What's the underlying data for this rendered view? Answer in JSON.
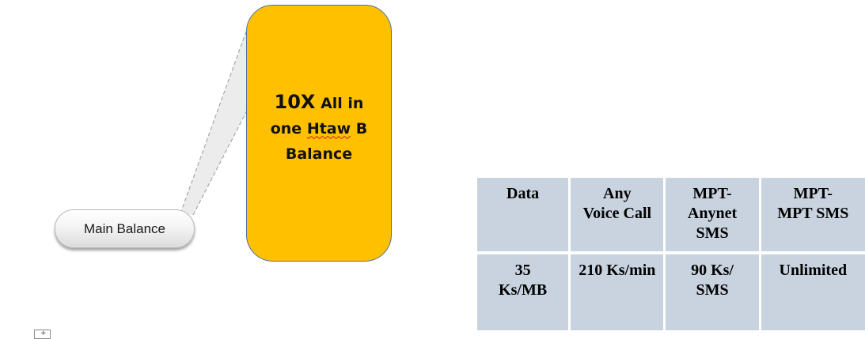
{
  "diagram": {
    "main_node_label": "Main Balance",
    "card": {
      "big_text": "10X",
      "line1_rest": "All in",
      "line2_pre": "one ",
      "line2_word": "Htaw",
      "line2_post": " B",
      "line3": "Balance",
      "fill_color": "#ffc000",
      "border_color": "#4f6fa3"
    }
  },
  "rate_table": {
    "headers": [
      [
        "Data"
      ],
      [
        "Any",
        "Voice Call"
      ],
      [
        "MPT-",
        "Anynet",
        "SMS"
      ],
      [
        "MPT-",
        "MPT SMS"
      ]
    ],
    "values": [
      [
        "35",
        "Ks/MB"
      ],
      [
        "210 Ks/min"
      ],
      [
        "90 Ks/",
        "SMS"
      ],
      [
        "Unlimited"
      ]
    ],
    "cell_color": "#c8d3df"
  },
  "anchor_icon": "move-anchor-icon"
}
